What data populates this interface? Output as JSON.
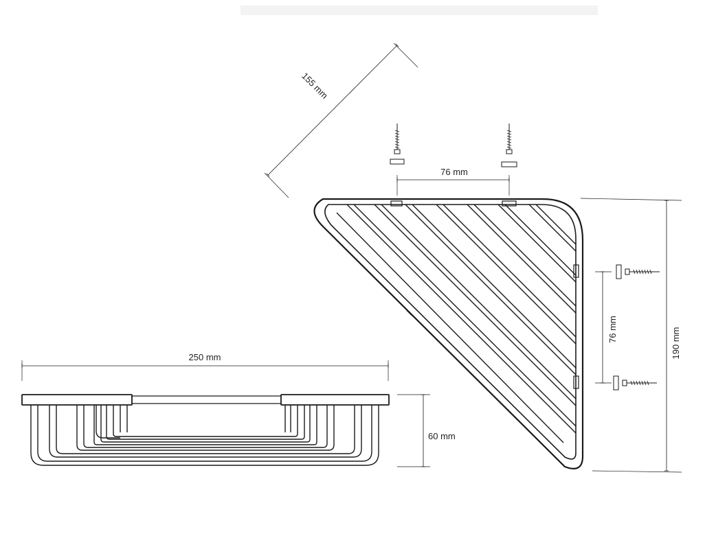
{
  "dimensions": {
    "diagonal": "155 mm",
    "screw_spacing_top": "76 mm",
    "screw_spacing_side": "76 mm",
    "height_total": "190 mm",
    "width_front": "250 mm",
    "height_front": "60 mm"
  },
  "colors": {
    "line": "#1a1a1a",
    "background": "#ffffff"
  },
  "icons": [
    "screw-icon",
    "wall-plug-icon"
  ]
}
